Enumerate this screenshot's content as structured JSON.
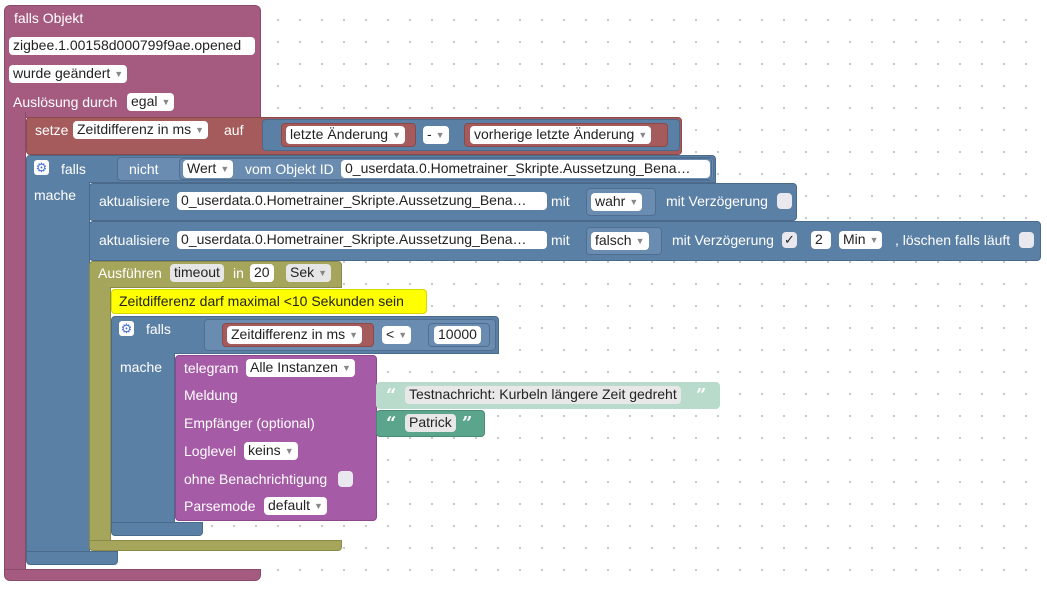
{
  "trigger": {
    "title": "falls Objekt",
    "object_id": "zigbee.1.00158d000799f9ae.opened",
    "condition": "wurde geändert",
    "ausloesung_label": "Auslösung durch",
    "ausloesung_value": "egal"
  },
  "setvar": {
    "label": "setze",
    "variable": "Zeitdifferenz in ms",
    "auf": "auf",
    "left_operand": "letzte Änderung",
    "operator": "-",
    "right_operand": "vorherige letzte Änderung"
  },
  "if1": {
    "falls": "falls",
    "mache": "mache",
    "nicht": "nicht",
    "wert": "Wert",
    "vom_objekt": "vom Objekt ID",
    "object_id": "0_userdata.0.Hometrainer_Skripte.Aussetzung_Bena…"
  },
  "update1": {
    "label": "aktualisiere",
    "object_id": "0_userdata.0.Hometrainer_Skripte.Aussetzung_Bena…",
    "mit": "mit",
    "value": "wahr",
    "delay_label": "mit Verzögerung",
    "delay_checked": ""
  },
  "update2": {
    "label": "aktualisiere",
    "object_id": "0_userdata.0.Hometrainer_Skripte.Aussetzung_Bena…",
    "mit": "mit",
    "value": "falsch",
    "delay_label": "mit Verzögerung",
    "delay_checked": "✓",
    "delay_amount": "2",
    "delay_unit": "Min",
    "clear_label": ", löschen falls läuft",
    "clear_checked": ""
  },
  "timeout": {
    "label": "Ausführen",
    "name": "timeout",
    "in": "in",
    "amount": "20",
    "unit": "Sek"
  },
  "comment": "Zeitdifferenz darf maximal <10 Sekunden sein",
  "if2": {
    "falls": "falls",
    "mache": "mache",
    "variable": "Zeitdifferenz in ms",
    "operator": "<",
    "value": "10000"
  },
  "telegram": {
    "label": "telegram",
    "instance": "Alle Instanzen",
    "meldung_label": "Meldung",
    "meldung_value": "Testnachricht: Kurbeln längere Zeit gedreht",
    "empfaenger_label": "Empfänger (optional)",
    "empfaenger_value": "Patrick",
    "loglevel_label": "Loglevel",
    "loglevel_value": "keins",
    "ohne_label": "ohne Benachrichtigung",
    "ohne_checked": "",
    "parsemode_label": "Parsemode",
    "parsemode_value": "default",
    "quote_open": "“",
    "quote_close": "”"
  },
  "icons": {
    "gear": "⚙",
    "dropdown": "▼"
  },
  "colors": {
    "event": "#a55b80",
    "logic": "#5b80a5",
    "variable": "#a55b5b",
    "timeout": "#a5a55b",
    "telegram": "#a55ba5",
    "text": "#5ba58c",
    "comment": "#ffff00"
  }
}
